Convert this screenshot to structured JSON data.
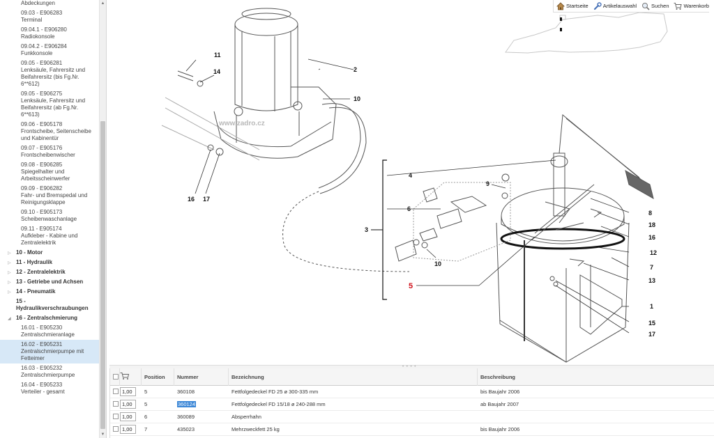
{
  "toolbar": {
    "home_label": "Startseite",
    "articles_label": "Artikelauswahl",
    "search_label": "Suchen",
    "cart_label": "Warenkorb"
  },
  "watermark": "www.zadro.cz",
  "sidebar": {
    "items": [
      {
        "kind": "leaf",
        "lines": [
          "Abdeckungen",
          "Abdeckungen"
        ]
      },
      {
        "kind": "leaf",
        "lines": [
          "09.03 - E906283",
          "Terminal"
        ]
      },
      {
        "kind": "leaf",
        "lines": [
          "09.04.1 - E906280",
          "Radiokonsole"
        ]
      },
      {
        "kind": "leaf",
        "lines": [
          "09.04.2 - E906284",
          "Funkkonsole"
        ]
      },
      {
        "kind": "leaf",
        "lines": [
          "09.05 - E906281",
          "Lenksäule, Fahrersitz und",
          "Beifahrersitz (bis Fg.Nr.",
          "6**612)"
        ]
      },
      {
        "kind": "leaf",
        "lines": [
          "09.05 - E906275",
          "Lenksäule, Fahrersitz und",
          "Beifahrersitz (ab Fg.Nr.",
          "6**613)"
        ]
      },
      {
        "kind": "leaf",
        "lines": [
          "09.06 - E905178",
          "Frontscheibe, Seitenscheibe",
          "und Kabinentür"
        ]
      },
      {
        "kind": "leaf",
        "lines": [
          "09.07 - E905176",
          "Frontscheibenwischer"
        ]
      },
      {
        "kind": "leaf",
        "lines": [
          "09.08 - E906285",
          "Spiegelhalter und",
          "Arbeitsscheinwerfer"
        ]
      },
      {
        "kind": "leaf",
        "lines": [
          "09.09 - E906282",
          "Fahr- und Bremspedal und",
          "Reinigungsklappe"
        ]
      },
      {
        "kind": "leaf",
        "lines": [
          "09.10 - E905173",
          "Scheibenwaschanlage"
        ]
      },
      {
        "kind": "leaf",
        "lines": [
          "09.11 - E905174",
          "Aufkleber - Kabine und",
          "Zentralelektrik"
        ]
      },
      {
        "kind": "cat",
        "toggle": "▷",
        "lines": [
          "10 - Motor"
        ]
      },
      {
        "kind": "cat",
        "toggle": "▷",
        "lines": [
          "11 - Hydraulik"
        ]
      },
      {
        "kind": "cat",
        "toggle": "▷",
        "lines": [
          "12 - Zentralelektrik"
        ]
      },
      {
        "kind": "cat",
        "toggle": "▷",
        "lines": [
          "13 - Getriebe und Achsen"
        ]
      },
      {
        "kind": "cat",
        "toggle": "▷",
        "lines": [
          "14 - Pneumatik"
        ]
      },
      {
        "kind": "cat",
        "toggle": "",
        "lines": [
          "15 -",
          "Hydraulikverschraubungen"
        ]
      },
      {
        "kind": "cat",
        "toggle": "◢",
        "lines": [
          "16 - Zentralschmierung"
        ]
      },
      {
        "kind": "leaf",
        "lines": [
          "16.01 - E905230",
          "Zentralschmieranlage"
        ]
      },
      {
        "kind": "leaf",
        "selected": true,
        "lines": [
          "16.02 - E905231",
          "Zentralschmierpumpe mit",
          "Fetteimer"
        ]
      },
      {
        "kind": "leaf",
        "lines": [
          "16.03 - E905232",
          "Zentralschmierpumpe"
        ]
      },
      {
        "kind": "leaf",
        "lines": [
          "16.04 - E905233",
          "Verteiler - gesamt"
        ]
      }
    ]
  },
  "callouts": {
    "c1": "1",
    "c2": "2",
    "c3": "3",
    "c4": "4",
    "c5": "5",
    "c6": "6",
    "c7": "7",
    "c8": "8",
    "c9": "9",
    "c10a": "10",
    "c10b": "10",
    "c11": "11",
    "c12": "12",
    "c13": "13",
    "c14": "14",
    "c15": "15",
    "c16a": "16",
    "c16b": "16",
    "c17a": "17",
    "c17b": "17",
    "c18": "18"
  },
  "table": {
    "headers": {
      "position": "Position",
      "nummer": "Nummer",
      "bezeichnung": "Bezeichnung",
      "beschreibung": "Beschreibung"
    },
    "rows": [
      {
        "qty": "1,00",
        "position": "5",
        "nummer": "360108",
        "bezeichnung": "Fettfolgedeckel FD 25 ø 300-335 mm",
        "beschreibung": "bis Baujahr 2006"
      },
      {
        "qty": "1,00",
        "position": "5",
        "nummer": "360124",
        "bezeichnung": "Fettfolgedeckel FD 15/18 ø 240-288 mm",
        "beschreibung": "ab Baujahr 2007",
        "highlight": true
      },
      {
        "qty": "1,00",
        "position": "6",
        "nummer": "360089",
        "bezeichnung": "Absperrhahn",
        "beschreibung": ""
      },
      {
        "qty": "1,00",
        "position": "7",
        "nummer": "435023",
        "bezeichnung": "Mehrzweckfett 25 kg",
        "beschreibung": "bis Baujahr 2006"
      }
    ]
  },
  "colors": {
    "accent": "#3a86d6",
    "selected_bg": "#d7e8f7",
    "callout_highlight": "#d0101a"
  }
}
